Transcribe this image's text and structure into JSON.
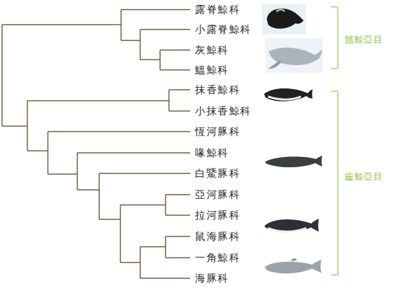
{
  "diagram": {
    "labels": [
      "露脊鯨科",
      "小露脊鯨科",
      "灰鯨科",
      "鰮鯨科",
      "抹香鯨科",
      "小抹香鯨科",
      "恆河豚科",
      "喙鯨科",
      "白鱀豚科",
      "亞河豚科",
      "拉河豚科",
      "鼠海豚科",
      "一角鯨科",
      "海豚科",
      "鬚鯨亞目",
      "齒鯨亞目"
    ]
  }
}
